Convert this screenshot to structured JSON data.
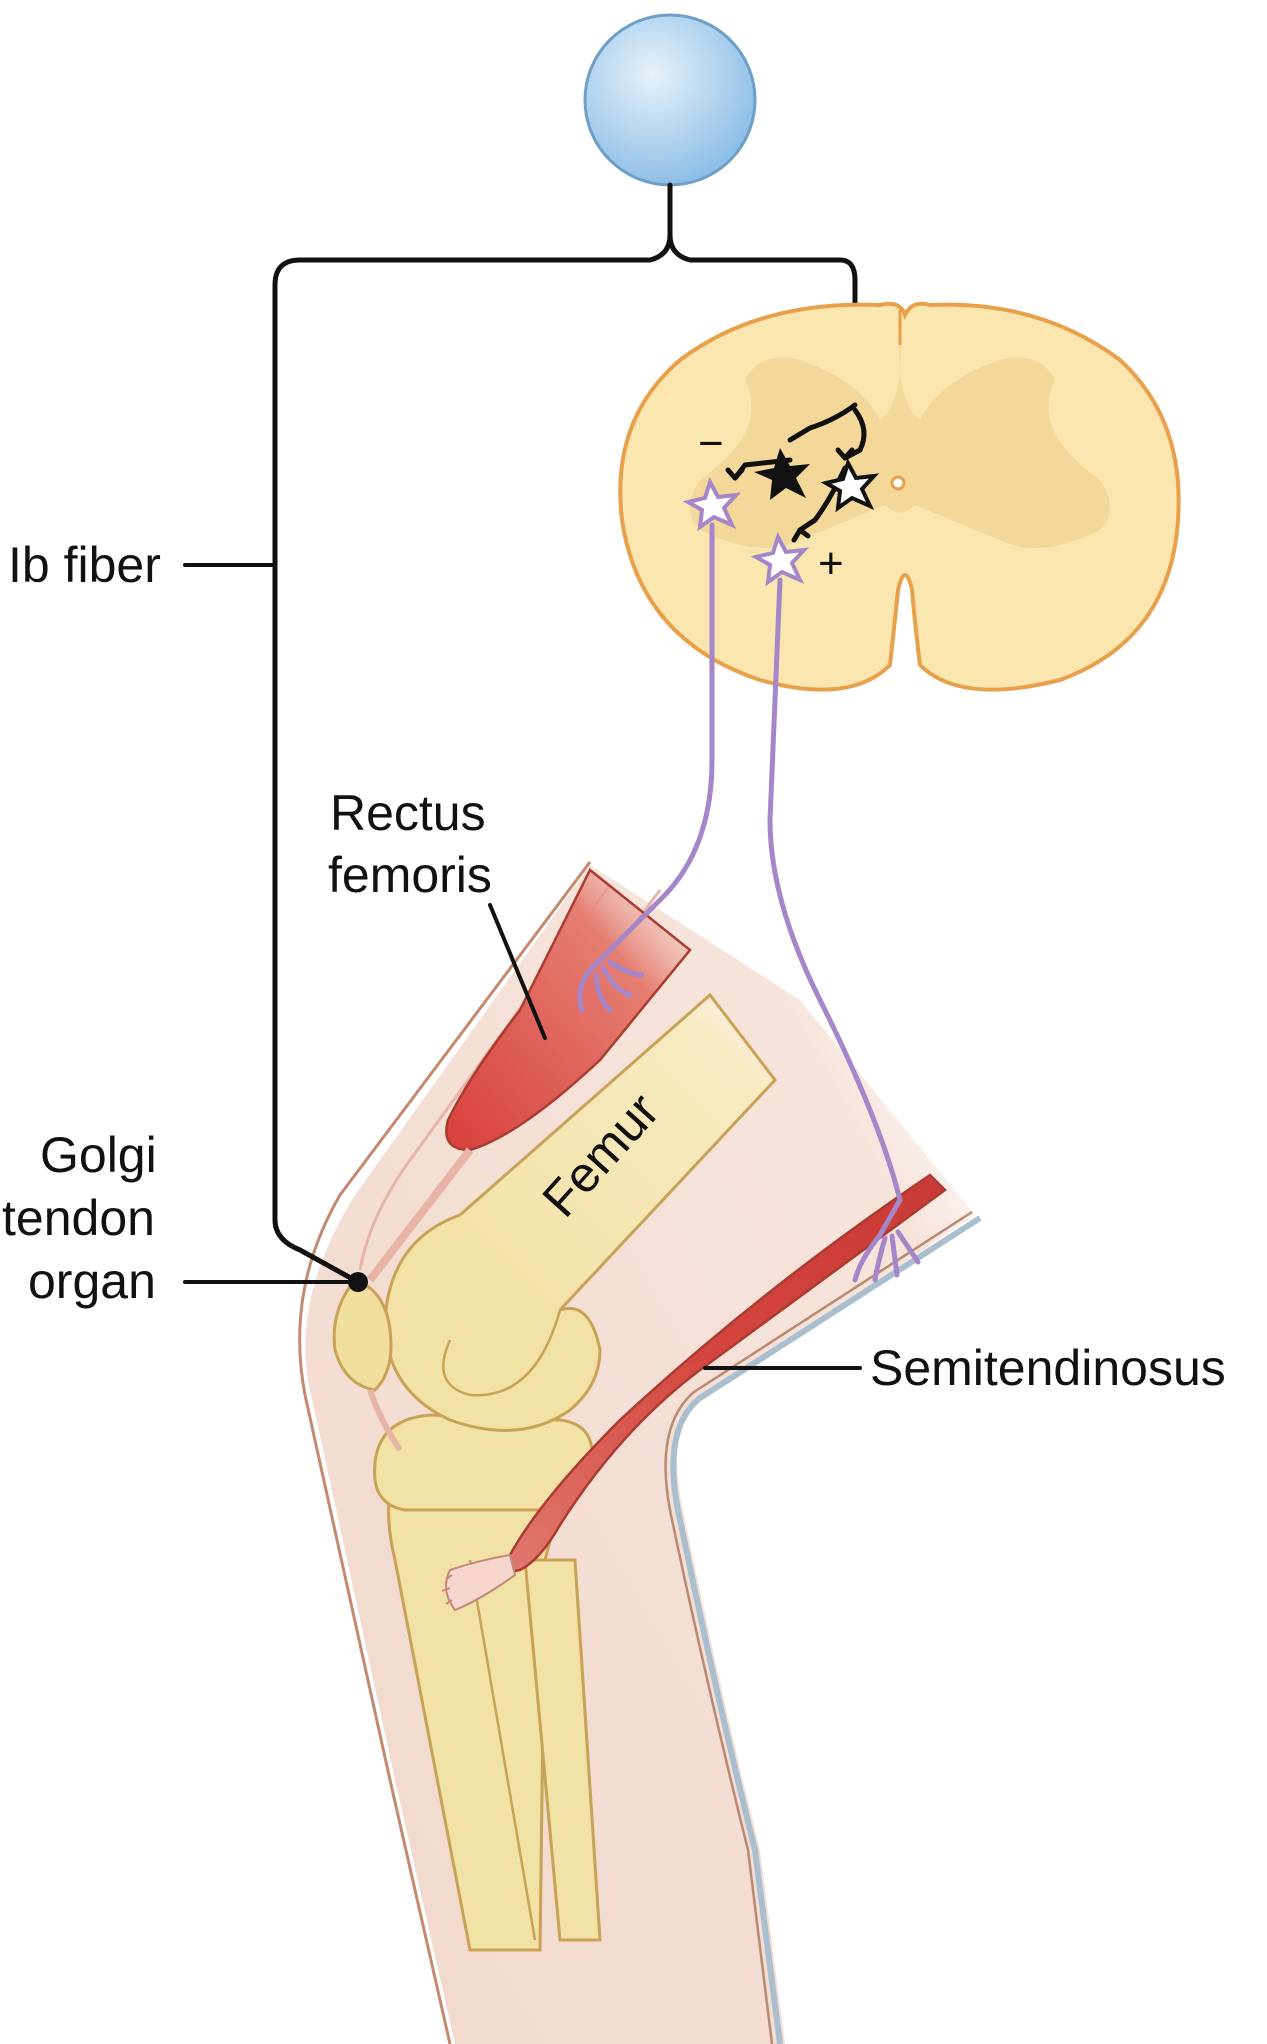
{
  "labels": {
    "ib_fiber": "Ib fiber",
    "rectus_line1": "Rectus",
    "rectus_line2": "femoris",
    "femur": "Femur",
    "golgi_line1": "Golgi",
    "golgi_line2": "tendon",
    "golgi_line3": "organ",
    "semitendinosus": "Semitendinosus",
    "minus_sign": "−",
    "plus_sign": "+"
  },
  "colors": {
    "sensory_neuron": "#a9cfee",
    "ib_fiber": "#111111",
    "motor_neuron_axons": "#a586c8",
    "spinal_white_matter": "#fbe6b0",
    "spinal_gray_matter": "#f4d89a",
    "spinal_outline": "#e8a04b",
    "muscle": "#d94f4a",
    "bone": "#f3e2a6",
    "skin": "#f2d4c8"
  },
  "icons": {
    "inhibitory_interneuron": "black-star-icon",
    "excitatory_interneuron": "white-star-icon",
    "motor_neuron": "white-star-purple-outline-icon"
  }
}
